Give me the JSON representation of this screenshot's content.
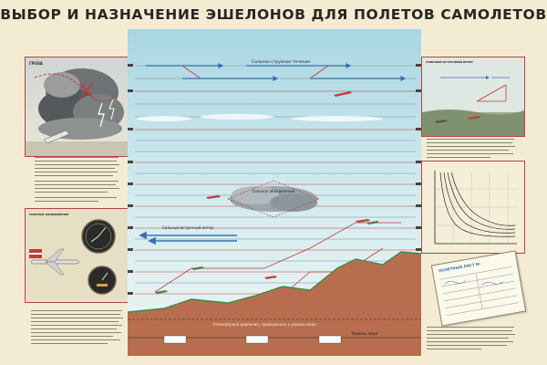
{
  "header": {
    "title": "ВЫБОР И НАЗНАЧЕНИЕ ЭШЕЛОНОВ ДЛЯ ПОЛЕТОВ САМОЛЕТОВ"
  },
  "left_top_panel": {
    "label": "ГРОЗА"
  },
  "left_middle_panel": {
    "label": "СИЛЬНОЕ ОБЛЕДЕНЕНИЕ"
  },
  "right_top_panel": {
    "label": "СИЛЬНЫЙ ВСТРЕЧНЫЙ ВЕТЕР"
  },
  "right_bottom_panel": {
    "label": "ПОЛЕТНЫЙ ЛИСТ №"
  },
  "center": {
    "jet_stream": "Сильное струйное течение",
    "strong_icing": "Сильное обледенение",
    "headwind": "Сильный встречный ветер",
    "sea_level_pressure": "Атмосферное давление, приведенное к уровню моря",
    "sea_level": "Уровень моря"
  },
  "colors": {
    "background": "#f3ecd3",
    "sky_top": "#bfe0ea",
    "sky_bottom": "#eef6f3",
    "ground": "#b86e4e",
    "accent_red": "#c23a3a",
    "line_blue": "#3b6fb0"
  }
}
